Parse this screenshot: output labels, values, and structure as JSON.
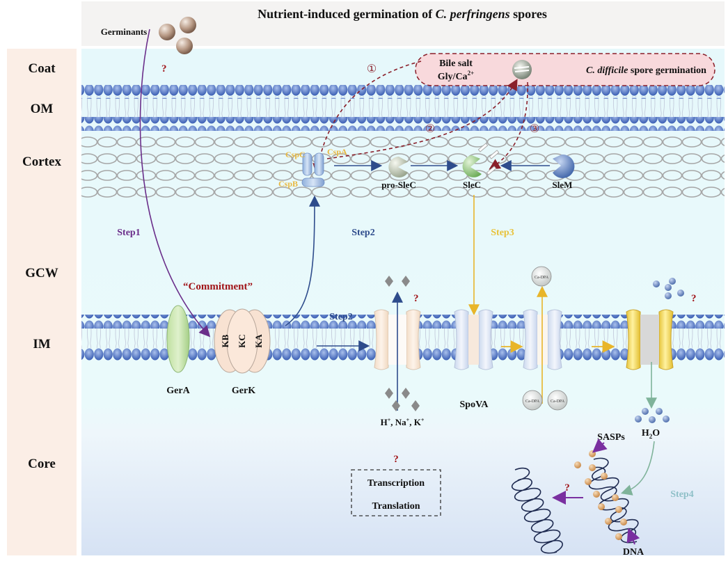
{
  "title": {
    "prefix": "Nutrient-induced germination of ",
    "species": "C. perfringens",
    "suffix": " spores"
  },
  "layers": [
    "Coat",
    "OM",
    "Cortex",
    "GCW",
    "IM",
    "Core"
  ],
  "germinants_label": "Germinants",
  "question_mark": "?",
  "cdiff_box": {
    "line1": "Bile salt",
    "line2_prefix": "Gly/Ca",
    "line2_sup": "2+",
    "species": "C. difficile",
    "rest": " spore germination"
  },
  "pathway_numbers": [
    "①",
    "②",
    "③"
  ],
  "csp": {
    "c": "CspC",
    "a": "CspA",
    "b": "CspB"
  },
  "enzymes": {
    "pro_slec": "pro-SleC",
    "slec": "SleC",
    "slem": "SleM"
  },
  "steps": {
    "step1": "Step1",
    "step2_upper": "Step2",
    "step2_lower": "Step2",
    "step3": "Step3",
    "step4": "Step4"
  },
  "commitment": "“Commitment”",
  "receptors": {
    "gera": "GerA",
    "gerk": "GerK",
    "kb": "KB",
    "kc": "KC",
    "ka": "KA"
  },
  "ions": {
    "h": "H",
    "na": "Na",
    "k": "K",
    "sup": "+"
  },
  "spova": "SpoVA",
  "ca_dpa": "Ca-DPA",
  "water": {
    "h": "H",
    "sub": "2",
    "o": "O"
  },
  "sasps": "SASPs",
  "dna": "DNA",
  "core_box": {
    "line1": "Transcription",
    "line2": "Translation"
  },
  "colors": {
    "step1": "#6a2e8a",
    "step2": "#2e4c8c",
    "step3": "#e8c23a",
    "step4": "#7fb39a",
    "csp_label": "#e8b840",
    "dashed": "#8a1f2a",
    "commitment": "#a01418",
    "question": "#a01418",
    "membrane_head": "#4d72c4"
  }
}
